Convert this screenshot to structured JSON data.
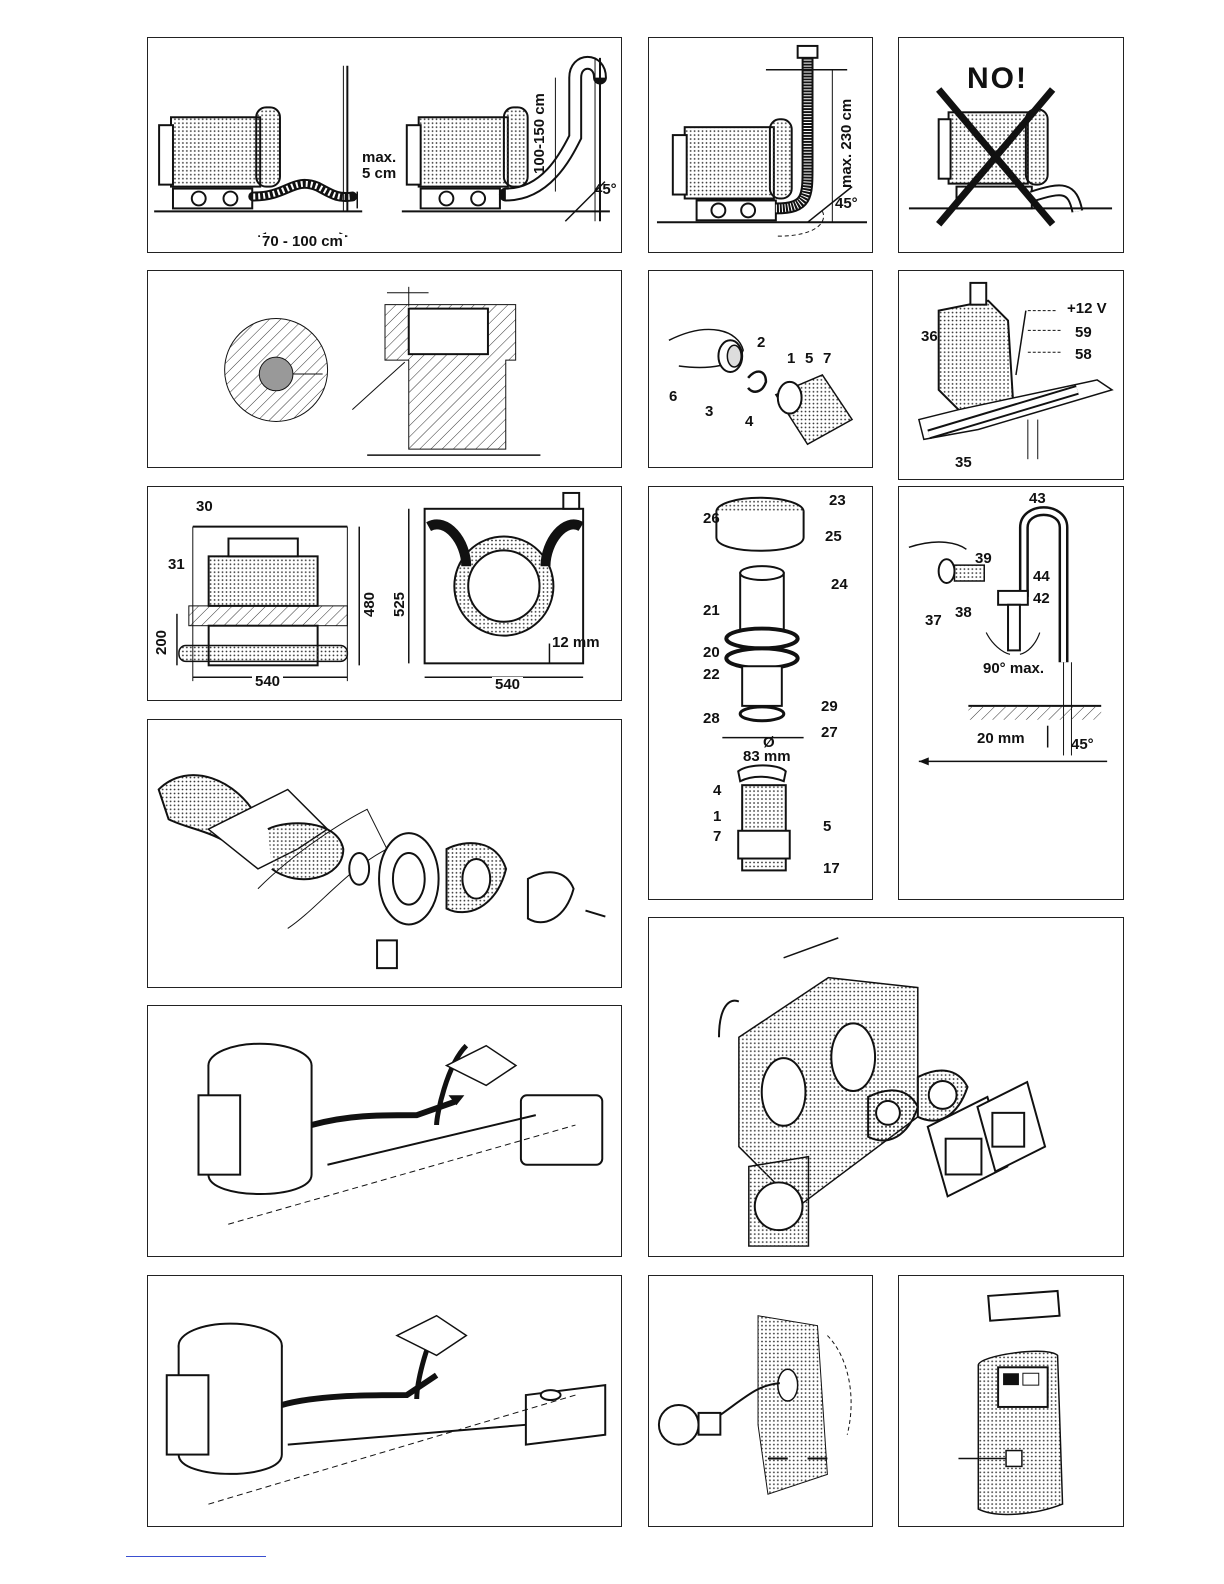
{
  "panels": {
    "exhaust_horizontal": {
      "max_gap": "max.\n5 cm",
      "max_gap_line1": "max.",
      "max_gap_line2": "5 cm",
      "length": "70 - 100 cm",
      "rise": "100-150 cm",
      "angle": "45°"
    },
    "exhaust_vertical": {
      "height": "max. 230 cm",
      "angle": "45°"
    },
    "forbidden": {
      "text": "NO!"
    },
    "fuel_pump": {
      "numbers": [
        "36",
        "35"
      ],
      "voltage": "+12 V",
      "wire_59": "59",
      "wire_58": "58"
    },
    "intake": {
      "numbers": [
        "2",
        "1",
        "5",
        "7",
        "6",
        "3",
        "4"
      ]
    },
    "dimensions": {
      "labels": [
        "30",
        "31",
        "200",
        "480",
        "525",
        "540",
        "540"
      ],
      "clearance": "12 mm"
    },
    "exhaust_pipe": {
      "numbers": [
        "23",
        "26",
        "25",
        "24",
        "21",
        "20",
        "22",
        "29",
        "28",
        "27",
        "4",
        "1",
        "7",
        "5",
        "17"
      ],
      "diameter": "Ø\n83 mm",
      "diameter_line1": "Ø",
      "diameter_line2": "83 mm"
    },
    "fuel_tap": {
      "numbers": [
        "43",
        "39",
        "44",
        "42",
        "37",
        "38"
      ],
      "angle_max": "90° max.",
      "depth": "20 mm",
      "angle": "45°"
    }
  },
  "icon_names": [
    "warning-cross-icon",
    "arrow-up-icon"
  ]
}
